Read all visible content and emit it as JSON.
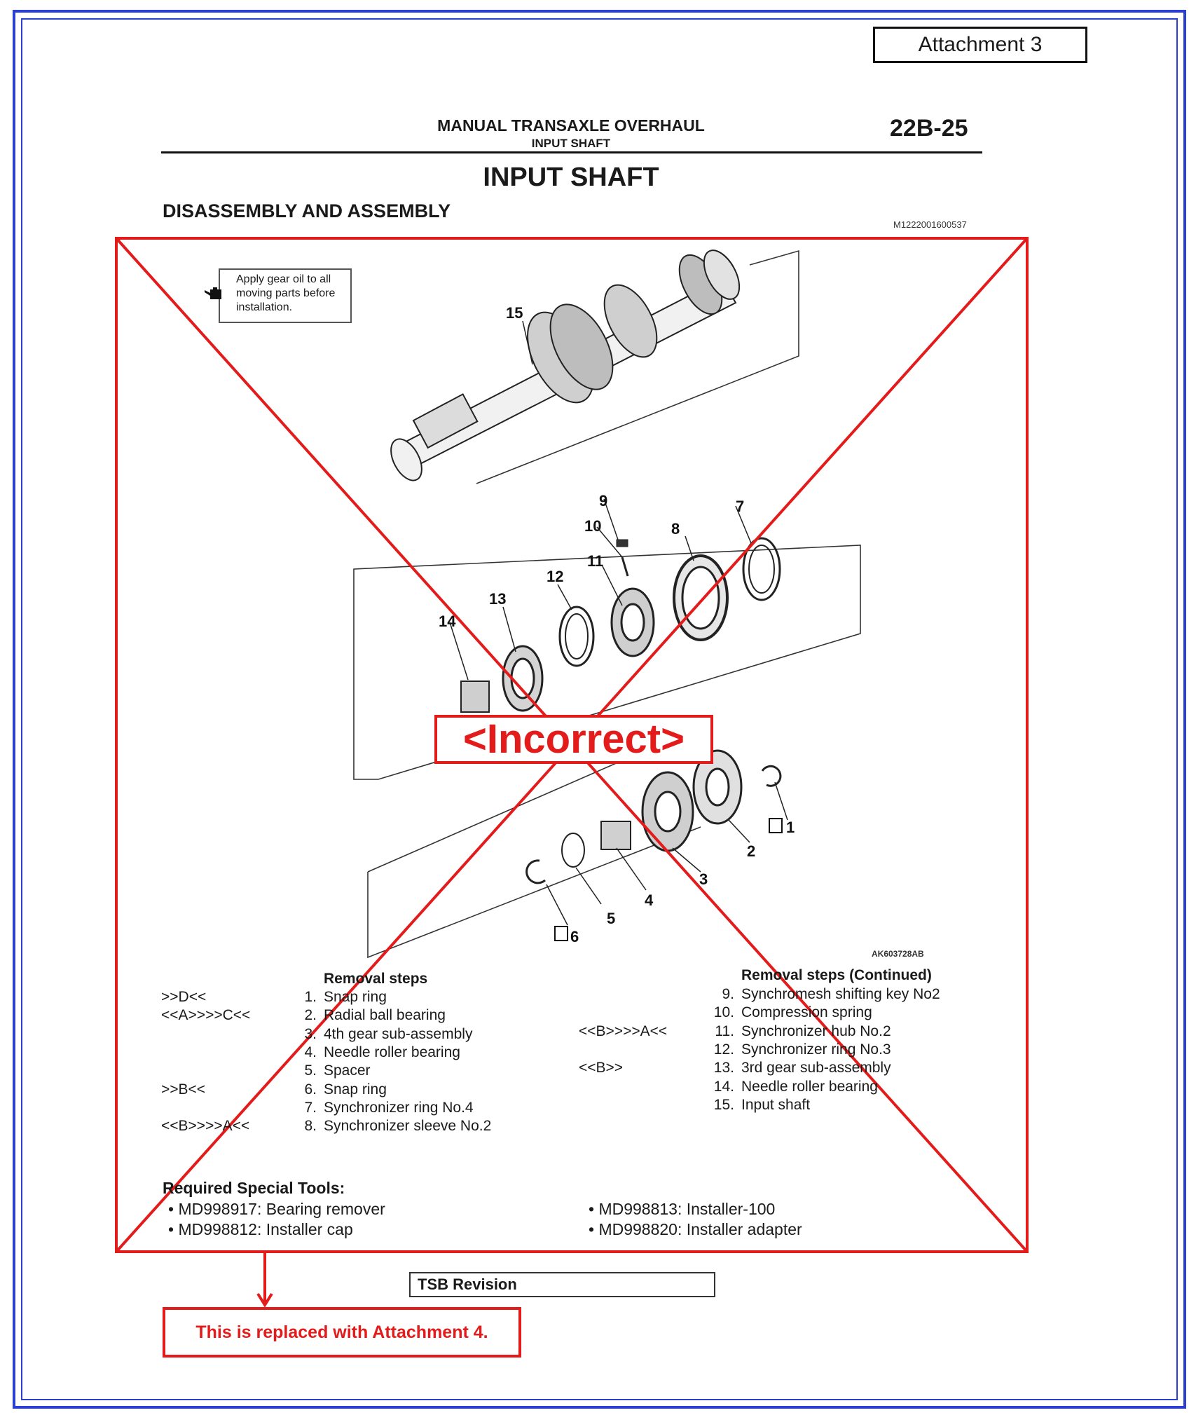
{
  "attachment_label": "Attachment 3",
  "header": {
    "title": "MANUAL TRANSAXLE OVERHAUL",
    "subtitle": "INPUT SHAFT",
    "page_number": "22B-25"
  },
  "main_title": "INPUT SHAFT",
  "section_title": "DISASSEMBLY AND ASSEMBLY",
  "document_code": "M1222001600537",
  "figure_code": "AK603728AB",
  "note": "Apply gear oil to all moving parts before installation.",
  "callouts": [
    "15",
    "9",
    "10",
    "8",
    "7",
    "11",
    "12",
    "13",
    "14",
    "1",
    "2",
    "3",
    "4",
    "5",
    "6"
  ],
  "removal_steps": {
    "heading": "Removal steps",
    "steps": [
      {
        "mark1": "",
        "mark2": ">>D<<",
        "num": "1.",
        "label": "Snap ring"
      },
      {
        "mark1": "<<A>>",
        "mark2": ">>C<<",
        "num": "2.",
        "label": "Radial ball bearing"
      },
      {
        "mark1": "",
        "mark2": "",
        "num": "3.",
        "label": "4th gear sub-assembly"
      },
      {
        "mark1": "",
        "mark2": "",
        "num": "4.",
        "label": "Needle roller bearing"
      },
      {
        "mark1": "",
        "mark2": "",
        "num": "5.",
        "label": "Spacer"
      },
      {
        "mark1": "",
        "mark2": ">>B<<",
        "num": "6.",
        "label": "Snap ring"
      },
      {
        "mark1": "",
        "mark2": "",
        "num": "7.",
        "label": "Synchronizer ring No.4"
      },
      {
        "mark1": "<<B>>",
        "mark2": ">>A<<",
        "num": "8.",
        "label": "Synchronizer sleeve No.2"
      }
    ]
  },
  "removal_steps_continued": {
    "heading": "Removal steps (Continued)",
    "steps": [
      {
        "mark1": "",
        "mark2": "",
        "num": "9.",
        "label": "Synchromesh shifting key No2"
      },
      {
        "mark1": "",
        "mark2": "",
        "num": "10.",
        "label": "Compression spring"
      },
      {
        "mark1": "<<B>>",
        "mark2": ">>A<<",
        "num": "11.",
        "label": "Synchronizer hub No.2"
      },
      {
        "mark1": "",
        "mark2": "",
        "num": "12.",
        "label": "Synchronizer ring No.3"
      },
      {
        "mark1": "<<B>>",
        "mark2": "",
        "num": "13.",
        "label": "3rd gear sub-assembly"
      },
      {
        "mark1": "",
        "mark2": "",
        "num": "14.",
        "label": "Needle roller bearing"
      },
      {
        "mark1": "",
        "mark2": "",
        "num": "15.",
        "label": "Input shaft"
      }
    ]
  },
  "tools": {
    "heading": "Required Special Tools:",
    "items": [
      "MD998917: Bearing remover",
      "MD998812: Installer cap",
      "MD998813: Installer-100",
      "MD998820: Installer adapter"
    ]
  },
  "stamp": "<Incorrect>",
  "tsb_label": "TSB Revision",
  "replacement_note": "This is replaced with Attachment 4.",
  "colors": {
    "frame": "#2b3fd0",
    "correction": "#e31b1b"
  }
}
